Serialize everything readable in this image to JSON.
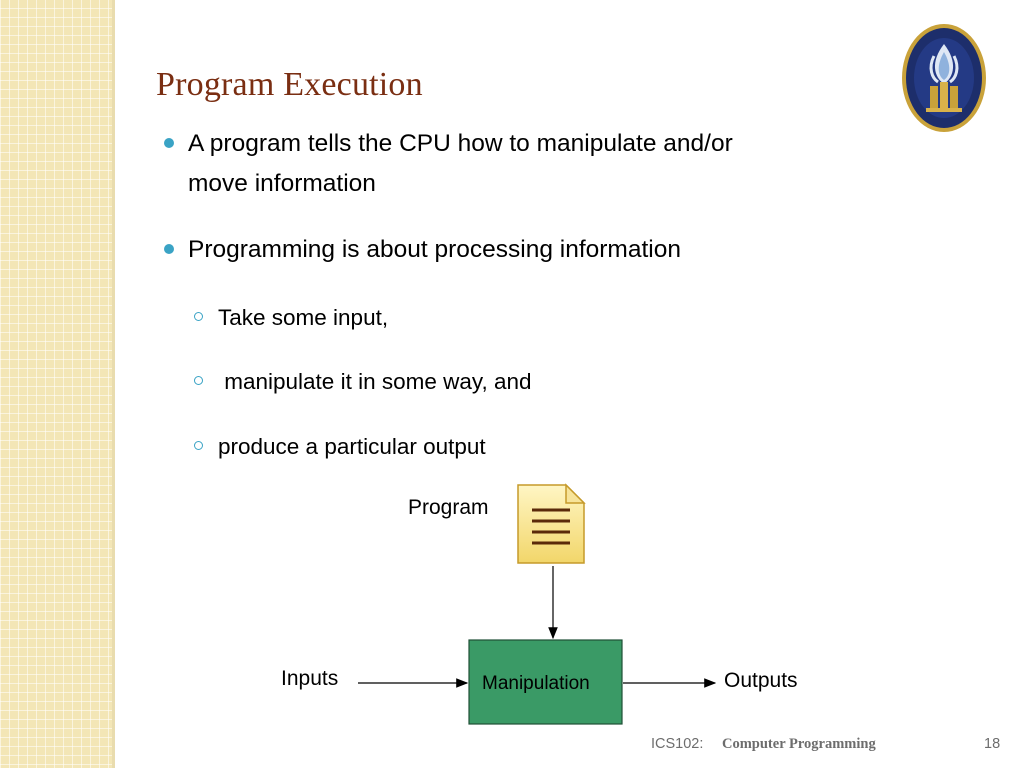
{
  "slide": {
    "title": "Program Execution",
    "bullets": [
      {
        "line1": "A program tells the CPU how to manipulate and/or",
        "line2": "move information"
      },
      {
        "text": "Programming is about processing information"
      }
    ],
    "sub_bullets": [
      "Take some input,",
      " manipulate it in some way, and",
      "produce a particular output"
    ]
  },
  "diagram": {
    "program_label": "Program",
    "inputs_label": "Inputs",
    "manipulation_label": "Manipulation",
    "outputs_label": "Outputs",
    "box_color": "#3a9a66",
    "document_icon": "document-icon"
  },
  "footer": {
    "course_code": "ICS102:",
    "course_name": "Computer Programming",
    "page_number": "18"
  },
  "colors": {
    "title": "#7a2e12",
    "bullet": "#3aa3c5",
    "side_pattern": "#f3e6b6"
  }
}
